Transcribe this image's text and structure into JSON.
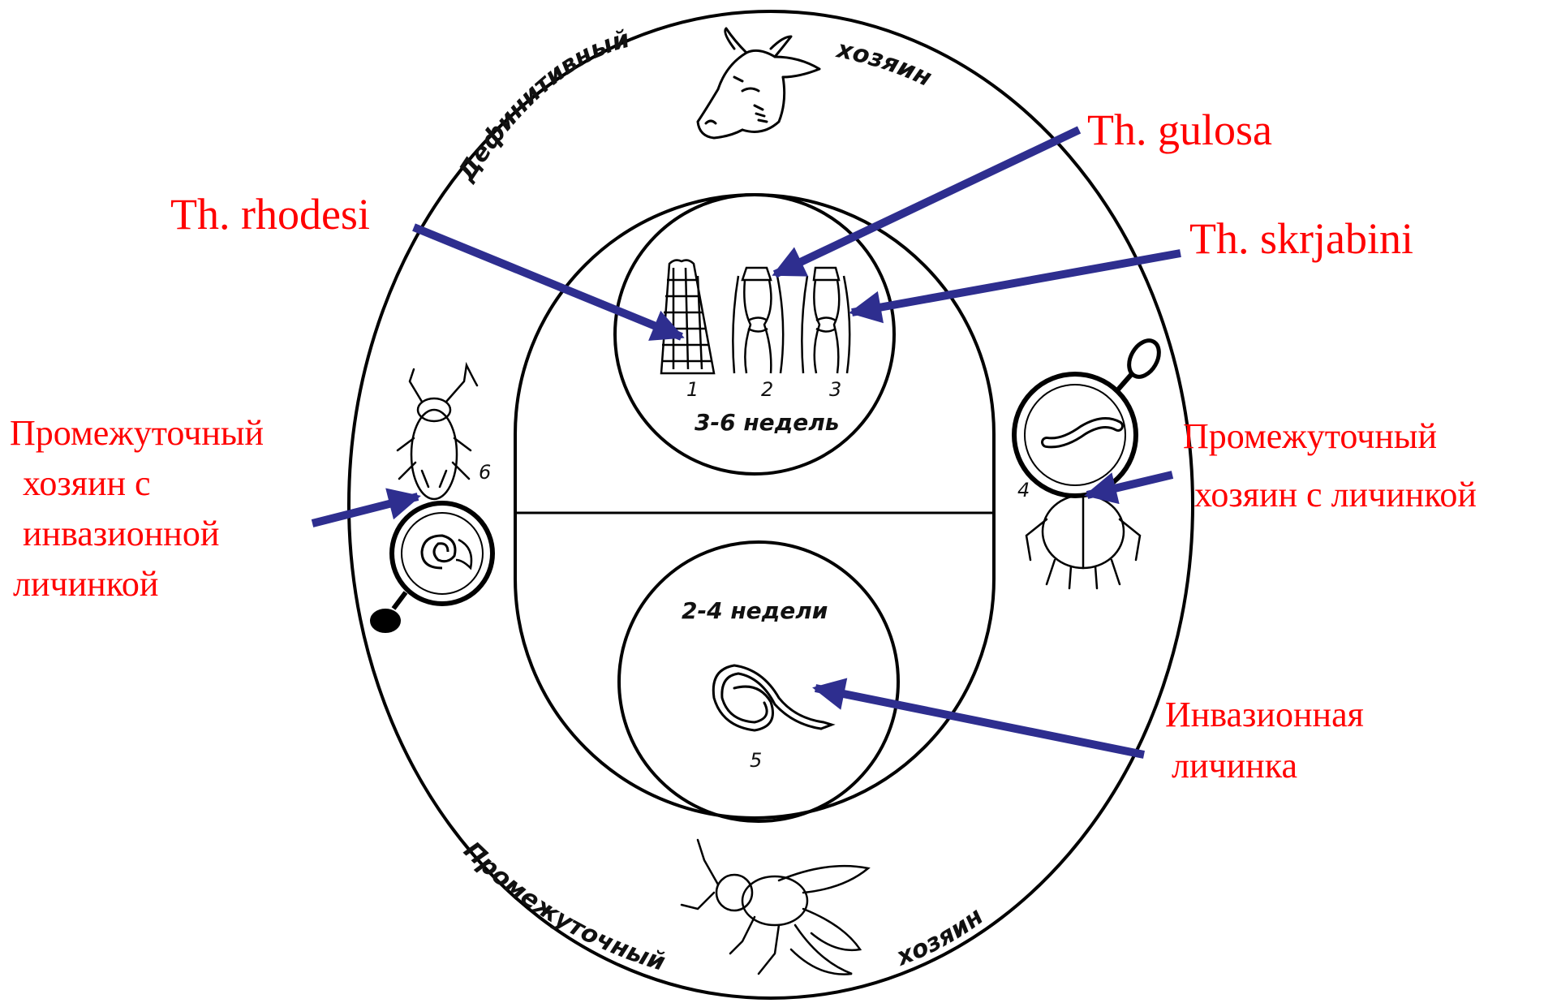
{
  "diagram": {
    "outer_ring": {
      "top_left": "Дефинитивный",
      "top_right": "хозяин",
      "bottom_left": "Промежуточный",
      "bottom_right": "хозяин"
    },
    "upper_circle": {
      "stage_numbers": [
        "1",
        "2",
        "3"
      ],
      "duration": "3-6 недель"
    },
    "lower_circle": {
      "duration": "2-4 недели",
      "stage_number": "5"
    },
    "side_numbers": {
      "right_beetle": "4",
      "left_fly": "6"
    },
    "annotations": {
      "th_rhodesi": "Th. rhodesi",
      "th_gulosa": "Th. gulosa",
      "th_skrjabini": "Th. skrjabini",
      "left_host": [
        "Промежуточный",
        "хозяин с",
        "инвазионной",
        "личинкой"
      ],
      "right_host": [
        "Промежуточный",
        "хозяин с личинкой"
      ],
      "invasive_larva": [
        "Инвазионная",
        "личинка"
      ]
    },
    "colors": {
      "annotation_text": "#ff0000",
      "arrow": "#2e2e8f",
      "line_art": "#000000"
    }
  }
}
